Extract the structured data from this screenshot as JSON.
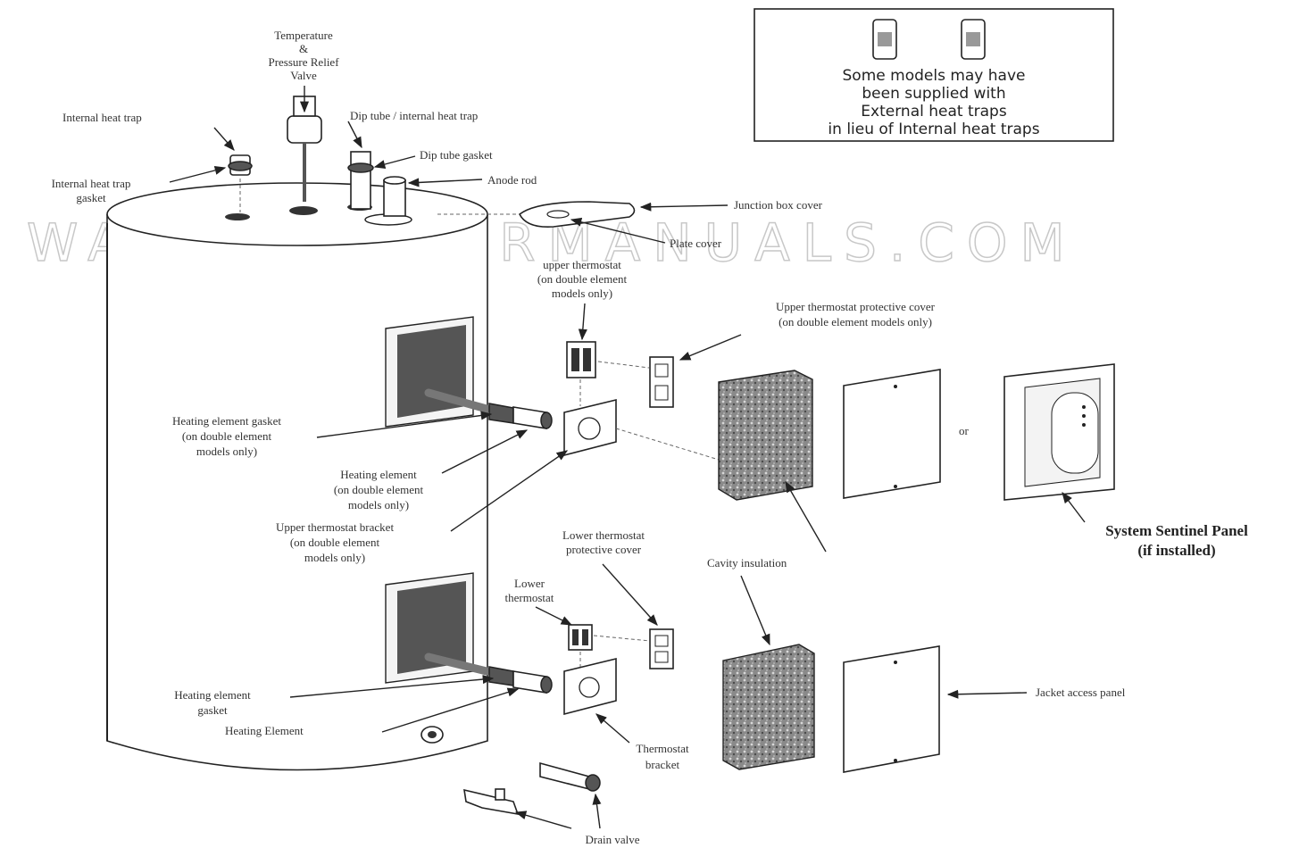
{
  "watermark": "WATERHEATERMANUALS.COM",
  "note": {
    "lines": [
      "Some models may have",
      "been supplied with",
      "External heat traps",
      "in lieu of Internal heat traps"
    ]
  },
  "labels": {
    "tpr_valve": [
      "Temperature",
      "&",
      "Pressure Relief",
      "Valve"
    ],
    "internal_heat_trap": "Internal heat trap",
    "dip_tube_heat_trap": "Dip tube / internal heat trap",
    "dip_tube_gasket": "Dip tube gasket",
    "heat_trap_gasket": [
      "Internal heat trap",
      "gasket"
    ],
    "anode_rod": "Anode rod",
    "junction_box_cover": "Junction box cover",
    "plate_cover": "Plate cover",
    "upper_thermostat": [
      "upper thermostat",
      "(on double element",
      "models only)"
    ],
    "upper_thermostat_cover": [
      "Upper thermostat protective cover",
      "(on double element models only)"
    ],
    "heating_element_gasket_upper": [
      "Heating element gasket",
      "(on double element",
      "models only)"
    ],
    "heating_element_upper": [
      "Heating element",
      "(on double element",
      "models only)"
    ],
    "upper_thermostat_bracket": [
      "Upper thermostat bracket",
      "(on double element",
      "models only)"
    ],
    "or": "or",
    "system_sentinel_panel": [
      "System Sentinel Panel",
      "(if installed)"
    ],
    "lower_thermostat_cover": [
      "Lower thermostat",
      "protective cover"
    ],
    "cavity_insulation": "Cavity insulation",
    "lower_thermostat": [
      "Lower",
      "thermostat"
    ],
    "heating_element_gasket_lower": [
      "Heating element",
      "gasket"
    ],
    "heating_element_lower": "Heating Element",
    "jacket_access_panel": "Jacket access panel",
    "thermostat_bracket": [
      "Thermostat",
      "bracket"
    ],
    "drain_valve": "Drain valve"
  }
}
